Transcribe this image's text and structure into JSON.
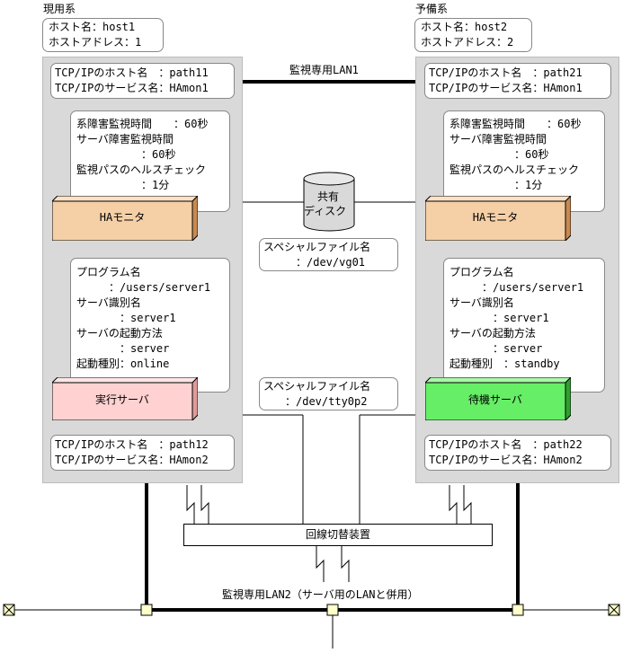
{
  "primary": {
    "title": "現用系",
    "host_info": [
      "ホスト名：host1",
      "ホストアドレス：1"
    ],
    "tcp_top": [
      "TCP/IPのホスト名　：path11",
      "TCP/IPのサービス名：HAmon1"
    ],
    "monitor_times": [
      "系障害監視時間　　：60秒",
      "サーバ障害監視時間",
      "　　　　　　：60秒",
      "監視パスのヘルスチェック",
      "　　　　　　：1分"
    ],
    "ha_monitor": "HAモニタ",
    "program": [
      "プログラム名",
      "　　　：/users/server1",
      "サーバ識別名",
      "　　　　：server1",
      "サーバの起動方法",
      "　　　　：server",
      "起動種別：online"
    ],
    "server": "実行サーバ",
    "tcp_bottom": [
      "TCP/IPのホスト名　：path12",
      "TCP/IPのサービス名：HAmon2"
    ]
  },
  "standby": {
    "title": "予備系",
    "host_info": [
      "ホスト名：host2",
      "ホストアドレス：2"
    ],
    "tcp_top": [
      "TCP/IPのホスト名　：path21",
      "TCP/IPのサービス名：HAmon1"
    ],
    "monitor_times": [
      "系障害監視時間　　：60秒",
      "サーバ障害監視時間",
      "　　　　　　：60秒",
      "監視パスのヘルスチェック",
      "　　　　　　：1分"
    ],
    "ha_monitor": "HAモニタ",
    "program": [
      "プログラム名",
      "　　　：/users/server1",
      "サーバ識別名",
      "　　　　：server1",
      "サーバの起動方法",
      "　　　　：server",
      "起動種別　：standby"
    ],
    "server": "待機サーバ",
    "tcp_bottom": [
      "TCP/IPのホスト名　：path22",
      "TCP/IPのサービス名：HAmon2"
    ]
  },
  "lan1_label": "監視専用LAN1",
  "shared_disk": [
    "共有",
    "ディスク"
  ],
  "special_file_disk": [
    "スペシャルファイル名",
    "　　　：/dev/vg01"
  ],
  "special_file_tty": [
    "スペシャルファイル名",
    "　　：/dev/tty0p2"
  ],
  "line_switch": "回線切替装置",
  "lan2_label": "監視専用LAN2（サーバ用のLANと併用）",
  "colors": {
    "ha_monitor": "#f5cfa6",
    "run_server": "#ffd1d1",
    "standby_server": "#66ee66",
    "panel": "#d9d9d9"
  }
}
